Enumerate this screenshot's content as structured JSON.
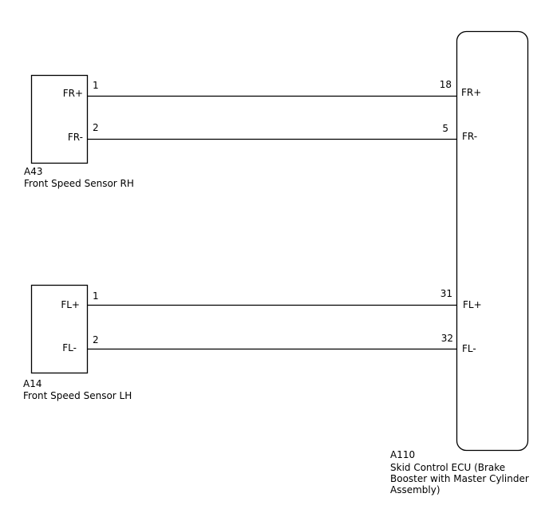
{
  "diagram": {
    "type": "wiring-diagram",
    "components": [
      {
        "id": "A43",
        "name": "Front Speed Sensor RH",
        "pins": [
          {
            "pin": "1",
            "signal": "FR+"
          },
          {
            "pin": "2",
            "signal": "FR-"
          }
        ]
      },
      {
        "id": "A14",
        "name": "Front Speed Sensor LH",
        "pins": [
          {
            "pin": "1",
            "signal": "FL+"
          },
          {
            "pin": "2",
            "signal": "FL-"
          }
        ]
      },
      {
        "id": "A110",
        "name_lines": [
          "Skid Control ECU (Brake",
          "Booster with Master Cylinder",
          "Assembly)"
        ],
        "pins": [
          {
            "pin": "18",
            "signal": "FR+"
          },
          {
            "pin": "5",
            "signal": "FR-"
          },
          {
            "pin": "31",
            "signal": "FL+"
          },
          {
            "pin": "32",
            "signal": "FL-"
          }
        ]
      }
    ],
    "wires": [
      {
        "from": "A43-1",
        "to": "A110-18",
        "signal": "FR+"
      },
      {
        "from": "A43-2",
        "to": "A110-5",
        "signal": "FR-"
      },
      {
        "from": "A14-1",
        "to": "A110-31",
        "signal": "FL+"
      },
      {
        "from": "A14-2",
        "to": "A110-32",
        "signal": "FL-"
      }
    ]
  },
  "labels": {
    "a43": {
      "code": "A43",
      "name": "Front Speed Sensor RH",
      "pin1": "1",
      "pin2": "2",
      "sig1": "FR+",
      "sig2": "FR-"
    },
    "a14": {
      "code": "A14",
      "name": "Front Speed Sensor LH",
      "pin1": "1",
      "pin2": "2",
      "sig1": "FL+",
      "sig2": "FL-"
    },
    "a110": {
      "code": "A110",
      "name_line1": "Skid Control ECU (Brake",
      "name_line2": "Booster with Master Cylinder",
      "name_line3": "Assembly)",
      "pin_fr_plus": "18",
      "sig_fr_plus": "FR+",
      "pin_fr_minus": "5",
      "sig_fr_minus": "FR-",
      "pin_fl_plus": "31",
      "sig_fl_plus": "FL+",
      "pin_fl_minus": "32",
      "sig_fl_minus": "FL-"
    }
  }
}
